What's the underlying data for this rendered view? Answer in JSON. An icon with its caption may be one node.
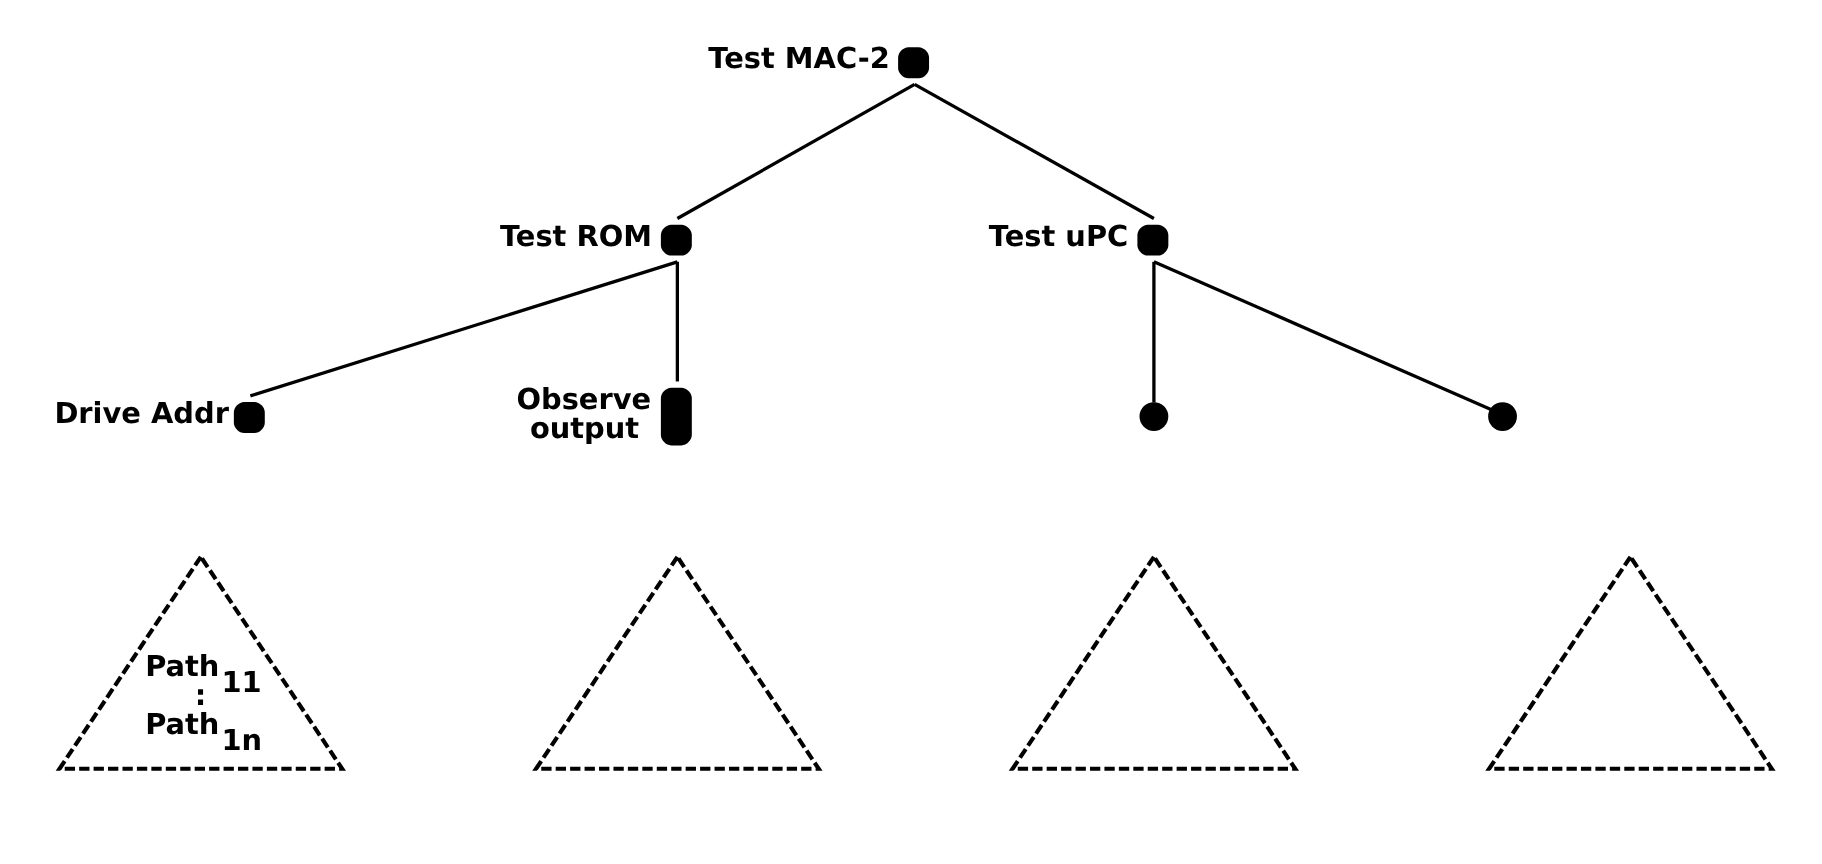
{
  "diagram": {
    "nodes": [
      {
        "text": [
          "Test MAC-2"
        ]
      },
      {
        "text": [
          "Test ROM"
        ]
      },
      {
        "text": [
          "Test uPC"
        ]
      },
      {
        "text": [
          "Drive Addr"
        ]
      },
      {
        "text": [
          "Observe output"
        ]
      },
      {
        "text": [],
        "shape": "circle"
      },
      {
        "text": [],
        "shape": "circle"
      },
      {
        "text": [
          "Path$_{11}$",
          ":",
          "Path$_{1n}$"
        ]
      },
      {
        "text": [],
        "shape": "triangle"
      },
      {
        "text": [],
        "shape": "triangle"
      },
      {
        "text": [],
        "shape": "triangle"
      }
    ],
    "edges": [
      {
        "from": 0,
        "to": 1,
        "arrow": "none"
      },
      {
        "from": 0,
        "to": 2,
        "arrow": "none"
      },
      {
        "from": 1,
        "to": 3,
        "arrow": "none"
      },
      {
        "from": 1,
        "to": 4,
        "arrow": "none"
      },
      {
        "from": 2,
        "to": 5,
        "arrow": "none"
      },
      {
        "from": 2,
        "to": 6,
        "arrow": "none"
      }
    ]
  }
}
